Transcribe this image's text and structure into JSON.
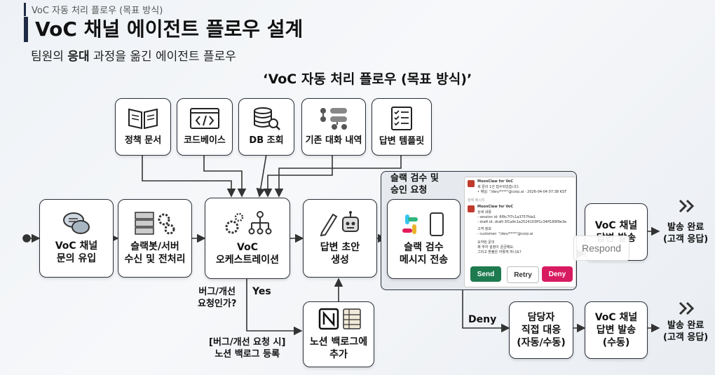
{
  "header": {
    "breadcrumb": "VoC 자동 처리 플로우 (목표 방식)",
    "title": "VoC 채널 에이전트 플로우 설계",
    "subtitle_pre": "팀원의 ",
    "subtitle_bold": "응대",
    "subtitle_post": " 과정을 옮긴 에이전트 플로우",
    "diagram_title": "‘VoC 자동 처리 플로우 (목표 방식)’"
  },
  "sources": [
    "정책 문서",
    "코드베이스",
    "DB 조회",
    "기존 대화 내역",
    "답변 템플릿"
  ],
  "steps": {
    "inflow": [
      "VoC 채널",
      "문의 유입"
    ],
    "preprocess": [
      "슬랙봇/서버",
      "수신 및 전처리"
    ],
    "orchestration": [
      "VoC",
      "오케스트레이션"
    ],
    "draft": [
      "답변 초안",
      "생성"
    ],
    "slack_review": [
      "슬랙 검수",
      "메시지 전송"
    ],
    "send_reply": [
      "VoC 채널",
      "답변 발송"
    ],
    "manual": [
      "담당자",
      "직접 대응",
      "(자동/수동)"
    ],
    "manual_send": [
      "VoC 채널",
      "답변 발송",
      "(수동)"
    ],
    "notion": [
      "노션 백로그에",
      "추가"
    ]
  },
  "panel": {
    "label": [
      "슬랙 검수 및",
      "승인 요청"
    ],
    "message": {
      "bot_name": "MoonClaw for VoC",
      "lines_top": [
        "새 문의 1건 접수되었습니다.",
        "• 채널: \"/dev/****\"@corp.ai · 2026-04-04 07:38 KST"
      ],
      "label_mid": "슬랙 메시지",
      "lines_bottom": [
        "상세 내용",
        "- session id: 6f9c7f7c1a3757fda1",
        "- draft id: draft-3f1a9c1a2524103ff1c34ff189f9e3e",
        "고객 정보",
        "- customer: \"/dev/****\"@corp.ai",
        "요약된 문의",
        "제 주차 설정이 궁금해요.",
        "그리고 환불은 어떻게 하나요?"
      ]
    },
    "buttons": {
      "send": "Send",
      "retry": "Retry",
      "deny": "Deny"
    }
  },
  "tooltip": "Respond",
  "branch": {
    "question": [
      "버그/개선",
      "요청인가?"
    ],
    "yes": "Yes",
    "bug_note": [
      "[버그/개선 요청 시]",
      "노션 백로그 등록"
    ],
    "deny": "Deny"
  },
  "completion": {
    "top": [
      "발송 완료",
      "(고객 응답)"
    ],
    "bottom": [
      "발송 완료",
      "(고객 응답)"
    ]
  },
  "colors": {
    "send": "#1e7a4f",
    "deny": "#d81b60",
    "line": "#333333",
    "panel_bg": "#e6e9ee"
  }
}
